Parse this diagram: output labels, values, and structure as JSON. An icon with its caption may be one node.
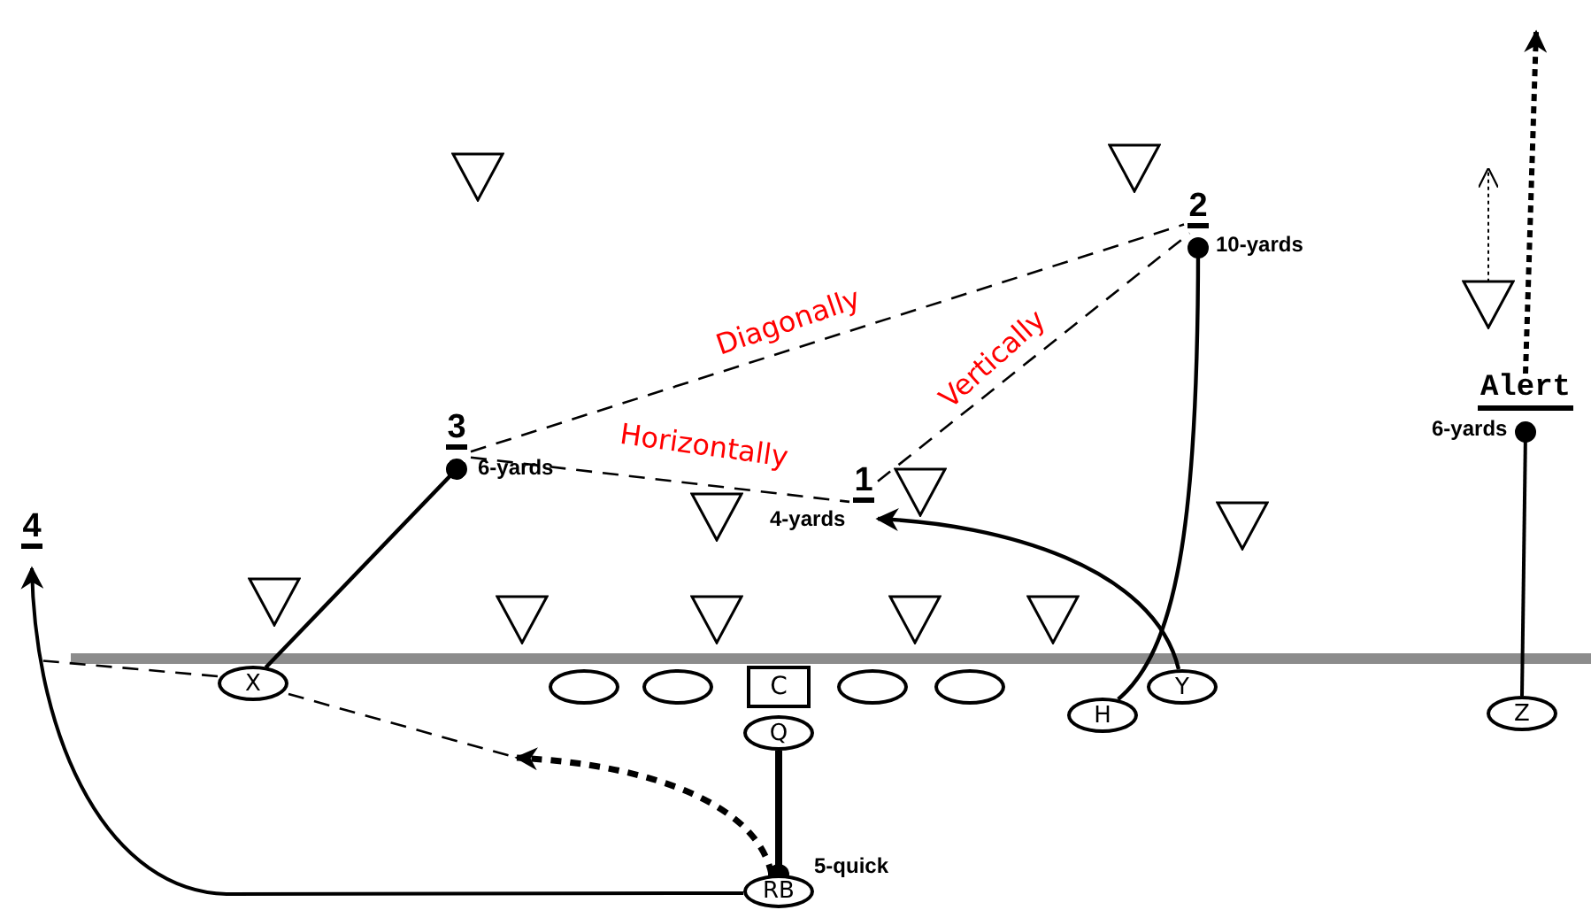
{
  "diagram": {
    "nodes": [
      {
        "text": [],
        "shape": "triangle"
      },
      {
        "text": [],
        "shape": "triangle"
      },
      {
        "text": [
          "2"
        ],
        "beside": [
          "10-yards"
        ]
      },
      {
        "text": [],
        "shape": "triangle"
      },
      {
        "text": [
          "Alert"
        ],
        "beside": [
          "6-yards"
        ]
      },
      {
        "text": [
          "3"
        ],
        "beside": [
          "6-yards"
        ]
      },
      {
        "text": [],
        "shape": "triangle"
      },
      {
        "text": [],
        "shape": "triangle"
      },
      {
        "text": [
          "1"
        ],
        "beside": [
          "4-yards"
        ]
      },
      {
        "text": [
          "4"
        ]
      },
      {
        "text": [],
        "shape": "triangle"
      },
      {
        "text": [],
        "shape": "triangle"
      },
      {
        "text": [],
        "shape": "triangle"
      },
      {
        "text": [],
        "shape": "triangle"
      },
      {
        "text": [],
        "shape": "triangle"
      },
      {
        "text": [],
        "shape": "triangle"
      },
      {
        "text": [
          "X"
        ]
      },
      {
        "text": [],
        "shape": "ellipse"
      },
      {
        "text": [],
        "shape": "ellipse"
      },
      {
        "text": [
          "C"
        ]
      },
      {
        "text": [],
        "shape": "ellipse"
      },
      {
        "text": [],
        "shape": "ellipse"
      },
      {
        "text": [
          "Y"
        ]
      },
      {
        "text": [
          "Z"
        ]
      },
      {
        "text": [
          "H"
        ]
      },
      {
        "text": [
          "Q"
        ]
      },
      {
        "text": [
          "RB"
        ],
        "beside": [
          "5-quick"
        ]
      }
    ],
    "edges": [
      {
        "from": 16,
        "to": 5,
        "arrow": "other"
      },
      {
        "from": 24,
        "to": 2,
        "arrow": "other"
      },
      {
        "from": 22,
        "to": 8,
        "arrow": "to"
      },
      {
        "from": 26,
        "to": 9,
        "arrow": "to"
      },
      {
        "from": 25,
        "to": 26,
        "arrow": "other",
        "style": "thick"
      },
      {
        "from": 26,
        "to": null,
        "arrow": "to",
        "style": "dashed"
      },
      {
        "from": 5,
        "to": 2,
        "arrow": "none",
        "style": "dashed",
        "label": "Diagonally"
      },
      {
        "from": 5,
        "to": 8,
        "arrow": "none",
        "style": "dashed",
        "label": "Horizontally"
      },
      {
        "from": 8,
        "to": 2,
        "arrow": "none",
        "style": "dashed",
        "label": "Vertically"
      },
      {
        "from": 23,
        "to": 4,
        "arrow": "other"
      },
      {
        "from": 4,
        "to": null,
        "arrow": "to",
        "style": "dashed"
      },
      {
        "from": 3,
        "to": null,
        "arrow": "to",
        "style": "dashed"
      },
      {
        "from": 16,
        "to": null,
        "arrow": "none",
        "style": "dashed"
      },
      {
        "from": 16,
        "to": null,
        "arrow": "none",
        "style": "dashed"
      }
    ]
  }
}
